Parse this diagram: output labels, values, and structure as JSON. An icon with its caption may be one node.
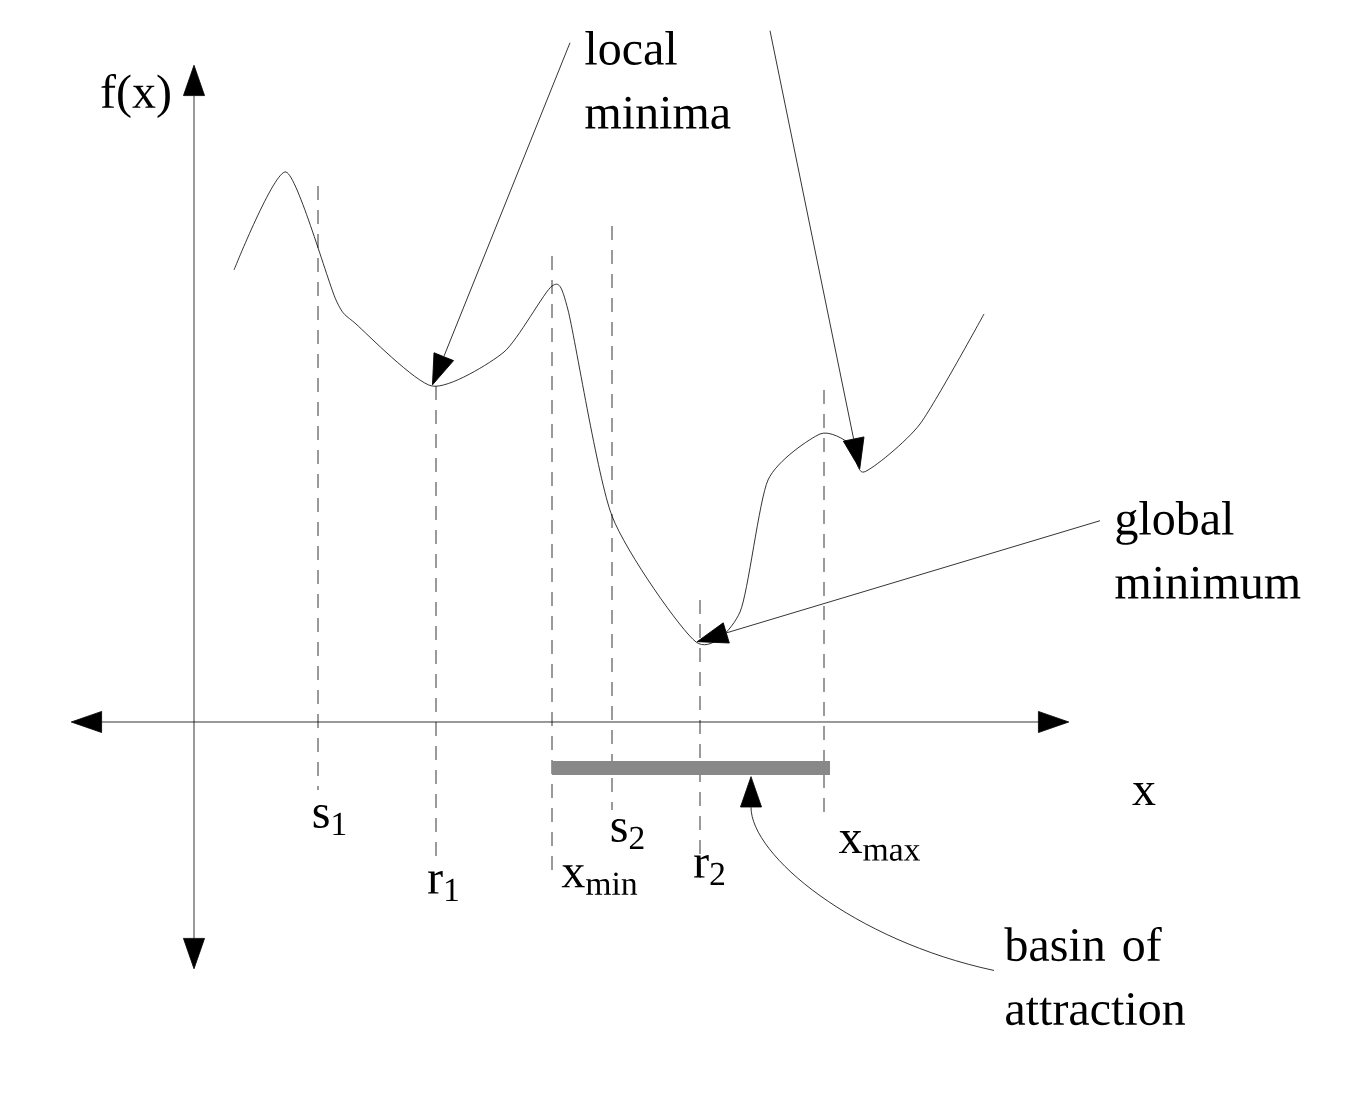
{
  "diagram": {
    "nodes": [
      {
        "text": [
          "local minima"
        ]
      },
      {
        "text": [
          "global minimum"
        ]
      },
      {
        "text": [
          "basin of attraction"
        ]
      },
      {
        "text": [],
        "shape": "bar"
      }
    ],
    "edges": [
      {
        "from": 0,
        "to": null,
        "arrow": "to"
      },
      {
        "from": 0,
        "to": null,
        "arrow": "to"
      },
      {
        "from": 1,
        "to": null,
        "arrow": "to"
      },
      {
        "from": 2,
        "to": 3,
        "arrow": "to"
      }
    ],
    "labels": [
      "f(x)",
      "s$_{1}$",
      "r$_{1}$",
      "x$_{min}$",
      "s$_{2}$",
      "r$_{2}$",
      "x$_{max}$",
      "x"
    ]
  }
}
